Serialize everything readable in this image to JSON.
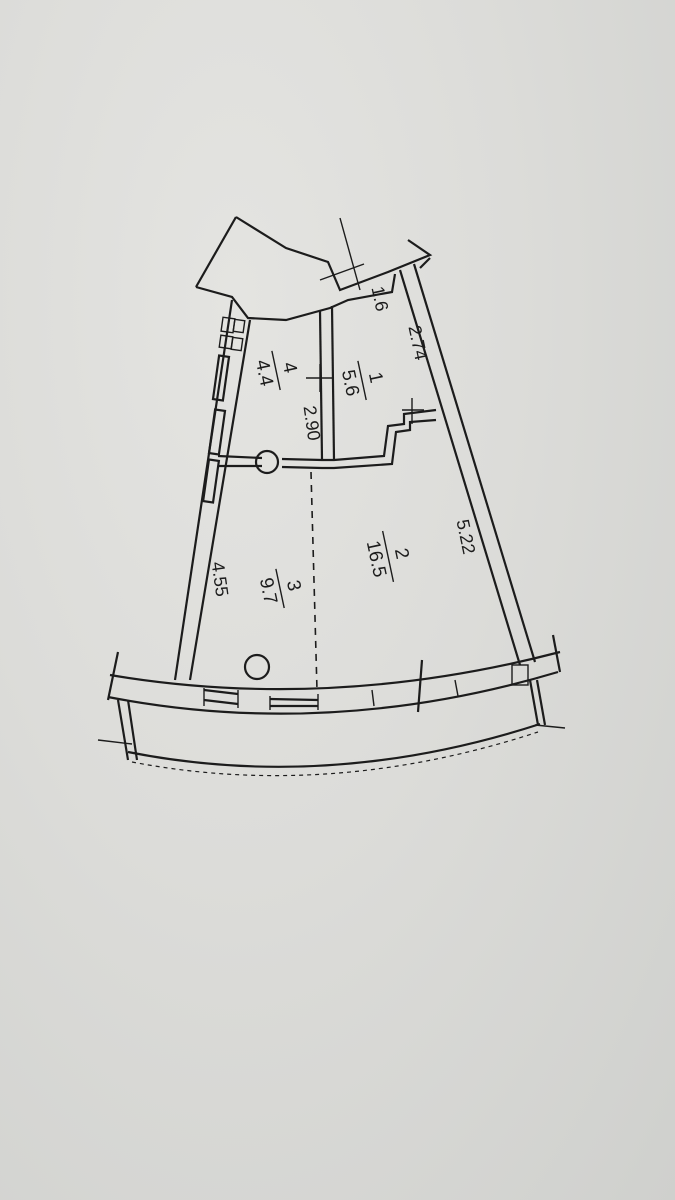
{
  "floorplan": {
    "rooms": [
      {
        "number": "1",
        "area": "5.6"
      },
      {
        "number": "2",
        "area": "16.5"
      },
      {
        "number": "3",
        "area": "9.7"
      },
      {
        "number": "4",
        "area": "4.4"
      }
    ],
    "dimensions": {
      "d_1_6": "1.6",
      "d_2_74": "2.74",
      "d_2_90": "2.90",
      "d_5_22": "5.22",
      "d_4_55": "4.55"
    }
  }
}
